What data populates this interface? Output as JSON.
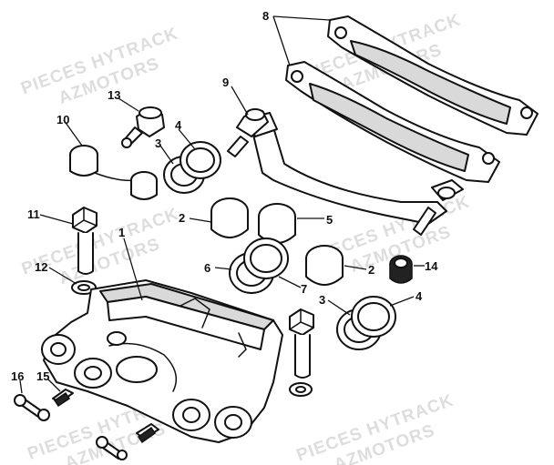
{
  "watermark": {
    "line1": "PIECES HYTRACK",
    "line2": "AZMOTORS"
  },
  "callouts": {
    "n1": "1",
    "n2": "2",
    "n3": "3",
    "n4": "4",
    "n5": "5",
    "n6": "6",
    "n7": "7",
    "n8": "8",
    "n9": "9",
    "n10": "10",
    "n11": "11",
    "n12": "12",
    "n13": "13",
    "n14": "14",
    "n15": "15",
    "n16": "16"
  },
  "colors": {
    "line": "#111111",
    "watermark": "#b4b4b4",
    "background": "#ffffff"
  }
}
